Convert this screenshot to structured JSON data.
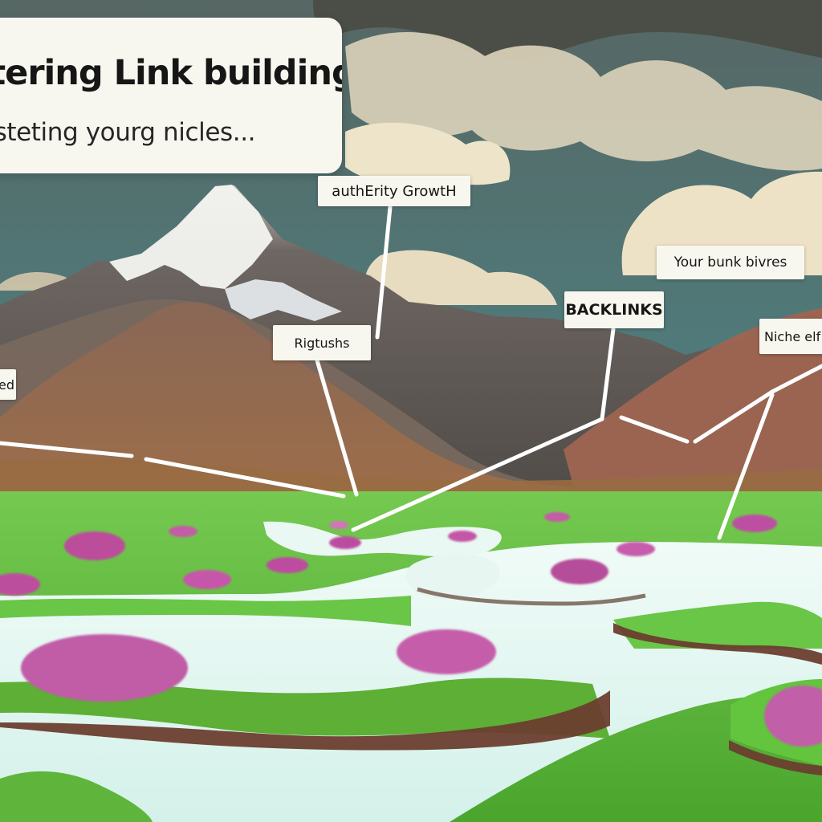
{
  "image": {
    "title": "stering Link building",
    "subtitle": "asteting yourg nicles...",
    "labels": {
      "authority": "authErity GrowtH",
      "rightushs": "Rigtushs",
      "backlinks": "BACKLINKS",
      "bunk": "Your bunk bivres",
      "niche": "Niche elf",
      "ed": "ed"
    },
    "colors": {
      "sky": "#6f8f8b",
      "cloud": "#efe5cd",
      "mountain": "#7b6b61",
      "grass": "#67bf3c",
      "water": "#e7f7f1",
      "flower": "#cc5aa8"
    }
  }
}
